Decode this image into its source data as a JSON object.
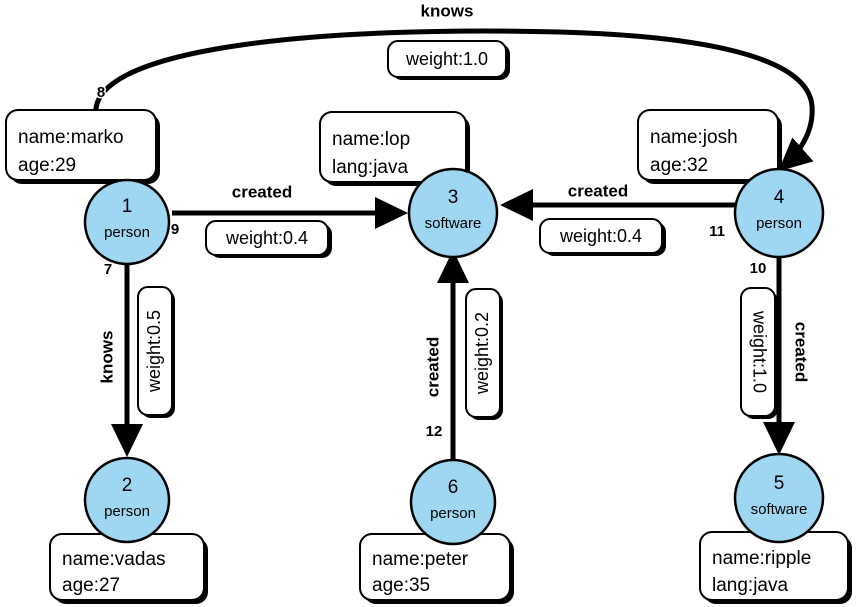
{
  "diagram": {
    "title": "property-graph",
    "node_fill_color": "#9FD7F2",
    "node_stroke_color": "#000000",
    "edge_color": "#000000",
    "background_color": "#FFFFFF",
    "box_fill_color": "#FFFFFF"
  },
  "nodes": [
    {
      "id": "1",
      "label": "person",
      "props": [
        "name:marko",
        "age:29"
      ]
    },
    {
      "id": "2",
      "label": "person",
      "props": [
        "name:vadas",
        "age:27"
      ]
    },
    {
      "id": "3",
      "label": "software",
      "props": [
        "name:lop",
        "lang:java"
      ]
    },
    {
      "id": "4",
      "label": "person",
      "props": [
        "name:josh",
        "age:32"
      ]
    },
    {
      "id": "5",
      "label": "software",
      "props": [
        "name:ripple",
        "lang:java"
      ]
    },
    {
      "id": "6",
      "label": "person",
      "props": [
        "name:peter",
        "age:35"
      ]
    }
  ],
  "edges": [
    {
      "id": "8",
      "name": "knows",
      "weight": "weight:1.0",
      "from": "1",
      "to": "4"
    },
    {
      "id": "7",
      "name": "knows",
      "weight": "weight:0.5",
      "from": "1",
      "to": "2"
    },
    {
      "id": "9",
      "name": "created",
      "weight": "weight:0.4",
      "from": "1",
      "to": "3"
    },
    {
      "id": "11",
      "name": "created",
      "weight": "weight:0.4",
      "from": "4",
      "to": "3"
    },
    {
      "id": "10",
      "name": "created",
      "weight": "weight:1.0",
      "from": "4",
      "to": "5"
    },
    {
      "id": "12",
      "name": "created",
      "weight": "weight:0.2",
      "from": "6",
      "to": "3"
    }
  ]
}
